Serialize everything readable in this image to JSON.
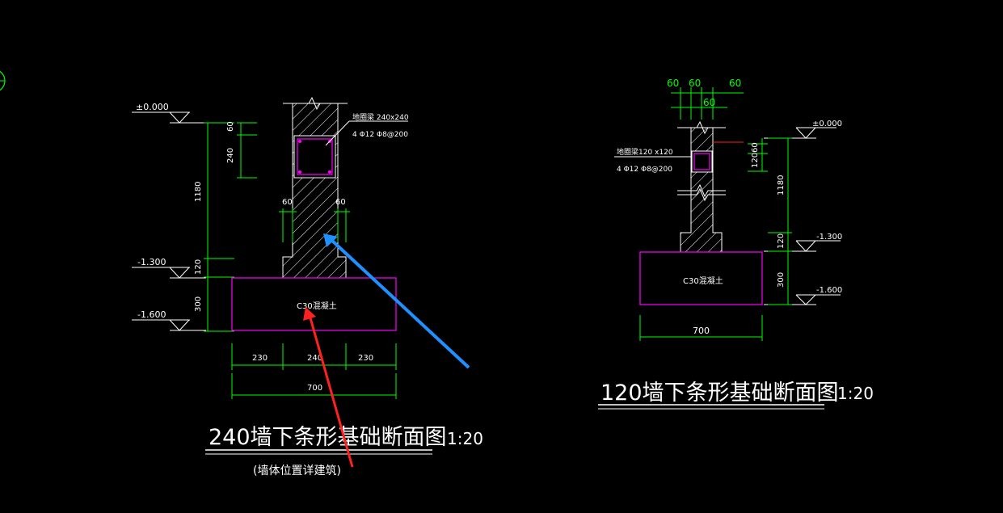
{
  "left": {
    "title": "240墙下条形基础断面图",
    "scale": "1:20",
    "note": "(墙体位置详建筑)",
    "elev_0": "±0.000",
    "elev_1": "-1.300",
    "elev_2": "-1.600",
    "dim_60": "60",
    "dim_240": "240",
    "dim_1180": "1180",
    "dim_120": "120",
    "dim_300": "300",
    "dim_60_left": "60",
    "dim_60_right": "60",
    "dim_230_a": "230",
    "dim_240_b": "240",
    "dim_230_c": "230",
    "dim_700": "700",
    "beam_label": "地圈梁 240x240",
    "rebar_label": "4 Φ12    Φ8@200",
    "concrete_label": "C30混凝土"
  },
  "right": {
    "title": "120墙下条形基础断面图",
    "scale": "1:20",
    "elev_0": "±0.000",
    "elev_1": "-1.300",
    "elev_2": "-1.600",
    "top_dims": [
      "60",
      "60",
      "60",
      "60"
    ],
    "dim_120": "120",
    "dim_60": "60",
    "dim_1180": "1180",
    "dim_120_b": "120",
    "dim_300": "300",
    "dim_700": "700",
    "beam_label": "地圈梁120 x120",
    "rebar_label": "4 Φ12      Φ8@200",
    "concrete_label": "C30混凝土"
  },
  "colors": {
    "background": "#000000",
    "dimension": "#00ff00",
    "outline": "#ffffff",
    "footing": "#ff00ff",
    "arrow_red": "#ff2020",
    "arrow_blue": "#1e90ff"
  }
}
